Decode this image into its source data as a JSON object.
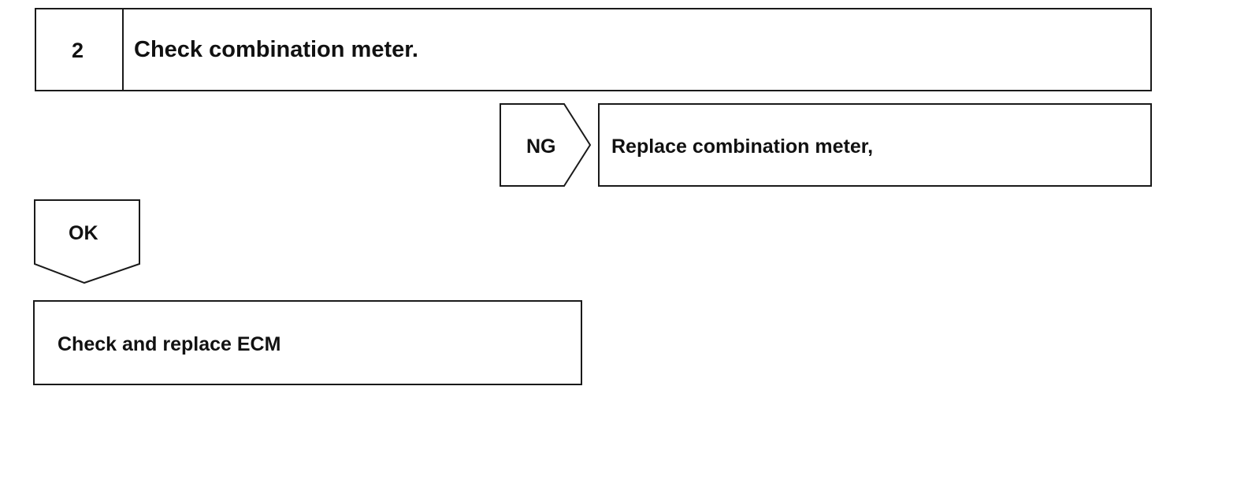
{
  "step": {
    "number": "2",
    "title": "Check combination meter."
  },
  "ng_branch": {
    "label": "NG",
    "action": "Replace combination meter,"
  },
  "ok_branch": {
    "label": "OK",
    "action": "Check and replace ECM"
  },
  "colors": {
    "line": "#1a1a1a",
    "background": "#ffffff"
  }
}
